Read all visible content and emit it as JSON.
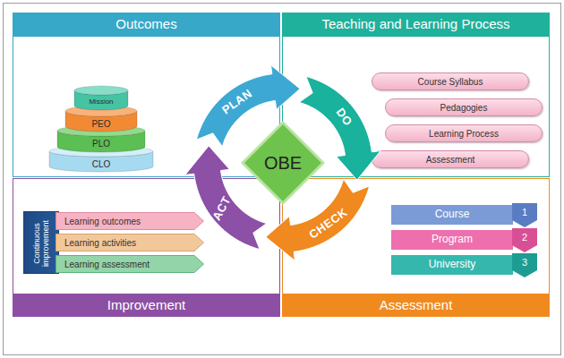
{
  "diagram": {
    "nodes": [
      {
        "text": [
          "Outcomes"
        ]
      },
      {
        "text": [
          "Teaching and Learning Process"
        ]
      },
      {
        "text": [
          "Mission"
        ]
      },
      {
        "text": [
          "PEO"
        ]
      },
      {
        "text": [
          "PLO"
        ]
      },
      {
        "text": [
          "CLO"
        ]
      },
      {
        "text": [
          "Course Syllabus"
        ]
      },
      {
        "text": [
          "Pedagogies"
        ]
      },
      {
        "text": [
          "Learning Process"
        ]
      },
      {
        "text": [
          "Assessment"
        ]
      },
      {
        "text": [
          "PLAN"
        ]
      },
      {
        "text": [
          "DO"
        ]
      },
      {
        "text": [
          "OBE"
        ]
      },
      {
        "text": [
          "ACT"
        ]
      },
      {
        "text": [
          "CHECK"
        ]
      },
      {
        "text": [
          "Continuous improvement"
        ]
      },
      {
        "text": [
          "Learning outcomes"
        ]
      },
      {
        "text": [
          "Learning activities"
        ]
      },
      {
        "text": [
          "Learning assessment"
        ]
      },
      {
        "text": [
          "Course"
        ]
      },
      {
        "text": [
          "1"
        ]
      },
      {
        "text": [
          "Program"
        ]
      },
      {
        "text": [
          "2"
        ]
      },
      {
        "text": [
          "University"
        ]
      },
      {
        "text": [
          "3"
        ]
      },
      {
        "text": [
          "Improvement"
        ]
      },
      {
        "text": [
          "Assessment"
        ]
      }
    ]
  }
}
